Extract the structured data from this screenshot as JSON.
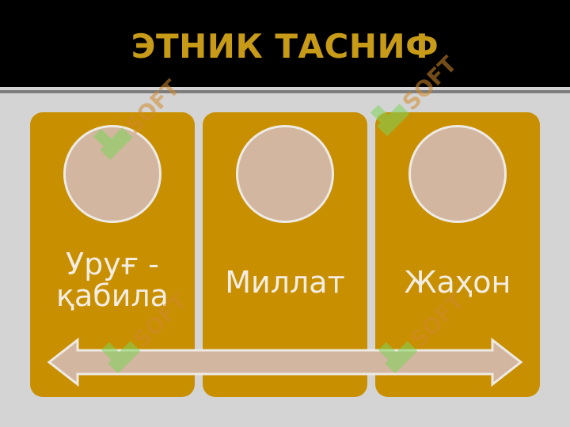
{
  "title": "ЭТНИК ТАСНИФ",
  "cards": [
    {
      "label_lines": [
        "Уруғ -",
        "қабила"
      ]
    },
    {
      "label_lines": [
        "Миллат"
      ]
    },
    {
      "label_lines": [
        "Жаҳон"
      ]
    }
  ],
  "watermark": "SOFT",
  "colors": {
    "title_bar": "#000000",
    "title_text": "#c79a18",
    "background": "#d4d4d4",
    "card": "#c88f00",
    "circle": "#d2b6a0",
    "arrow": "#d2b6a0",
    "watermark_green": "#7fd45a",
    "watermark_orange": "#d18a2a"
  }
}
